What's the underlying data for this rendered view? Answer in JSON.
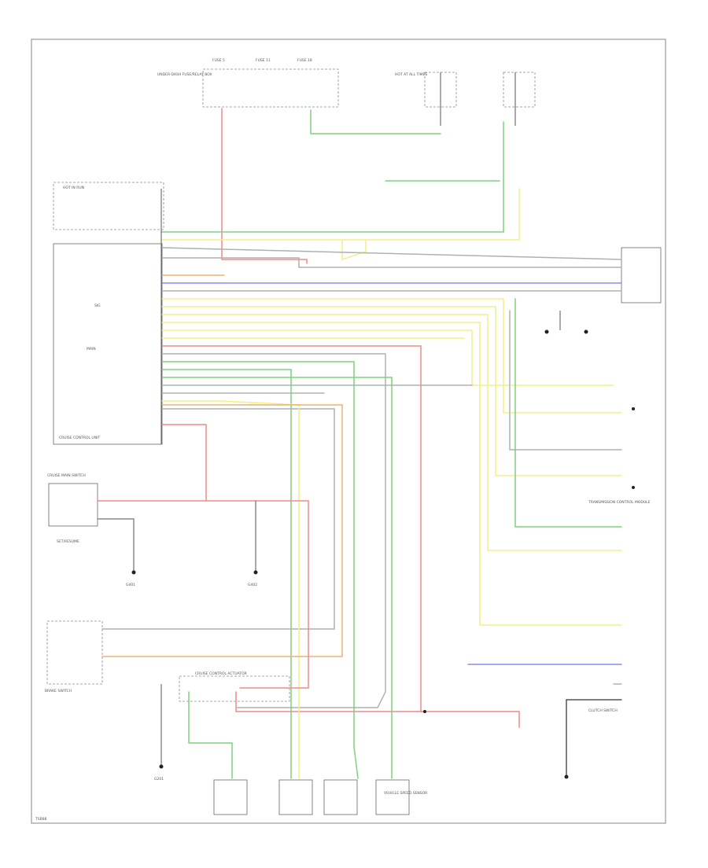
{
  "diagram": {
    "blocks": {
      "cruise_unit": "CRUISE CONTROL UNIT",
      "cruise_switch": "CRUISE MAIN SWITCH",
      "cruise_control_act": "CRUISE CONTROL ACTUATOR",
      "brake_switch": "BRAKE SWITCH",
      "clutch_switch": "CLUTCH SWITCH",
      "vss": "VEHICLE SPEED SENSOR",
      "tcm": "TRANSMISSION CONTROL MODULE"
    },
    "labels": {
      "fuse_a": "FUSE 5",
      "fuse_b": "FUSE 11",
      "fuse_c": "FUSE 18",
      "hot_run": "HOT IN RUN",
      "hot_at_all_times": "HOT AT ALL TIMES",
      "under_dash": "UNDER-DASH FUSE/RELAY BOX",
      "g401": "G401",
      "g402": "G402",
      "g201": "G201",
      "set_resume": "SET/RESUME",
      "main": "MAIN",
      "sig": "SIG",
      "footer_code": "TSB88"
    },
    "wires": [
      {
        "name": "grn-org",
        "color": "#7fd27f"
      },
      {
        "name": "yel",
        "color": "#f0f088"
      },
      {
        "name": "red",
        "color": "#f08a8a"
      },
      {
        "name": "blu",
        "color": "#8a8af0"
      },
      {
        "name": "orn",
        "color": "#f0b070"
      },
      {
        "name": "gry",
        "color": "#9a9a9a"
      }
    ]
  }
}
